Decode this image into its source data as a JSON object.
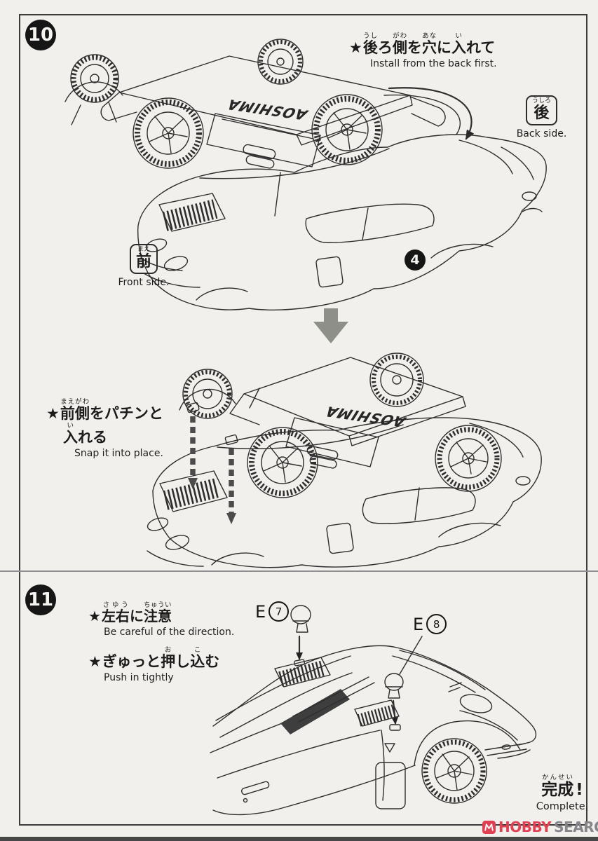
{
  "page": {
    "background": "#f2f0ec",
    "frame_color": "#3b3b3b",
    "divider_color": "#8f8f8f",
    "bottom_bar_color": "#474747"
  },
  "step10": {
    "badge": "10",
    "part_badge": "4",
    "chassis_logo": "AOSHIMA",
    "note_back": {
      "star": "★",
      "ruby": [
        {
          "b": "後",
          "r": "うし"
        },
        {
          "b": "ろ",
          "r": ""
        },
        {
          "b": "側",
          "r": "がわ"
        },
        {
          "b": "を",
          "r": ""
        },
        {
          "b": "穴",
          "r": "あな"
        },
        {
          "b": "に",
          "r": ""
        },
        {
          "b": "入",
          "r": "い"
        },
        {
          "b": "れて",
          "r": ""
        }
      ],
      "en": "Install from the back first."
    },
    "back_label": {
      "ruby": "うしろ",
      "kanji": "後",
      "en": "Back side."
    },
    "front_label": {
      "ruby": "まえ",
      "kanji": "前",
      "en": "Front side."
    },
    "note_front": {
      "star": "★",
      "line1": [
        {
          "b": "前側",
          "r": "まえがわ"
        },
        {
          "b": "をパチンと",
          "r": ""
        }
      ],
      "line2": [
        {
          "b": "入",
          "r": "い"
        },
        {
          "b": "れる",
          "r": ""
        }
      ],
      "en": "Snap it into place."
    }
  },
  "step11": {
    "badge": "11",
    "note_direction": {
      "star": "★",
      "ruby": [
        {
          "b": "左右",
          "r": "さゆう"
        },
        {
          "b": "に",
          "r": ""
        },
        {
          "b": "注意",
          "r": "ちゅうい"
        }
      ],
      "en": "Be careful of the direction."
    },
    "note_push": {
      "star": "★",
      "ruby": [
        {
          "b": "ぎゅっと",
          "r": ""
        },
        {
          "b": "押",
          "r": "お"
        },
        {
          "b": "し",
          "r": ""
        },
        {
          "b": "込",
          "r": "こ"
        },
        {
          "b": "む",
          "r": ""
        }
      ],
      "en": "Push in tightly"
    },
    "part_e7": {
      "prefix": "E",
      "number": "7"
    },
    "part_e8": {
      "prefix": "E",
      "number": "8"
    },
    "complete": {
      "ruby": [
        {
          "b": "完成",
          "r": "かんせい"
        }
      ],
      "exclamation": "!",
      "en": "Complete."
    }
  },
  "watermark": {
    "brand_left": "HOBBY",
    "brand_right": "SEARCH",
    "accent_color": "#df4052",
    "gray_color": "#85858a"
  }
}
